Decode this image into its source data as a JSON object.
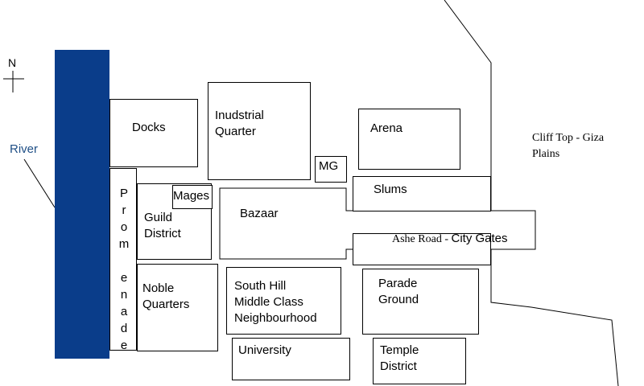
{
  "compass": {
    "north": "N"
  },
  "river": {
    "label": "River",
    "color": "#0a3d8a",
    "label_color": "#1f4f86"
  },
  "districts": {
    "docks": "Docks",
    "industrial": "Inudstrial\nQuarter",
    "mg": "MG",
    "arena": "Arena",
    "promenade": "P\nr\no\nm\n \ne\nn\na\nd\ne",
    "mages": "Mages",
    "guild": "Guild\nDistrict",
    "bazaar": "Bazaar",
    "slums": "Slums",
    "noble": "Noble\nQuarters",
    "south_hill": "South Hill\nMiddle Class\nNeighbourhood",
    "parade": "Parade\nGround",
    "university": "University",
    "temple": "Temple\nDistrict"
  },
  "roads": {
    "ashe_road_serif": "Ashe Road - ",
    "ashe_road_sans": "City Gates"
  },
  "regions": {
    "cliff_top": "Cliff Top - Giza\nPlains"
  }
}
